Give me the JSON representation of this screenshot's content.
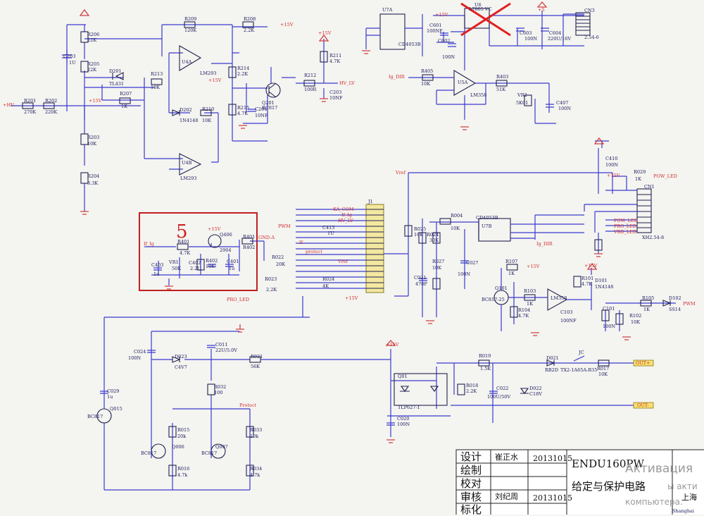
{
  "schematic": {
    "marker_5": "5",
    "labels": {
      "r206": "R206",
      "r206v": "22K",
      "r205": "R205",
      "r205v": "22K",
      "c203": "C203",
      "c203v": "1U",
      "r209": "R209",
      "r209v": "120K",
      "r208": "R208",
      "r208v": "2.2K",
      "p15a": "+15V",
      "p15b": "+15V",
      "p15c": "+15V",
      "p15d": "+15V",
      "p15e": "+15V",
      "p15f": "+15V",
      "p15g": "+15V",
      "p15h": "+15V",
      "p5": "+5",
      "r211": "R211",
      "r211v": "4.7K",
      "r213": "R213",
      "r213v": "10K",
      "r214": "R214",
      "r214v": "2.2K",
      "r212": "R212",
      "r212v": "100R",
      "hvlv": "HV_LV",
      "c203b": "C203",
      "c203bv": "10NF",
      "d201": "D201",
      "d201v": "TL431",
      "r207": "R207",
      "r207v": "1K",
      "u4a": "U4A",
      "lm293": "LM293",
      "d202": "D202",
      "d202v": "1N4148",
      "r210": "R210",
      "r210v": "10K",
      "q201": "Q201",
      "q201v": "BC817",
      "c204": "C204",
      "c204v": "10NF",
      "r215": "R215",
      "r215v": "4.7K",
      "hv": "+HV",
      "r201": "R201",
      "r201v": "270K",
      "r202": "R202",
      "r202v": "220K",
      "r203": "R203",
      "r203v": "10K",
      "r204": "R204",
      "r204v": "3.3K",
      "u4b": "U4B",
      "lm293b": "LM293",
      "u7a": "U7A",
      "cd4053": "CD4053B",
      "u6": "U6",
      "u6v": "L7805 VC",
      "c601": "C601",
      "c601v": "100NF",
      "c602": "C602",
      "c602v": "100N",
      "c603": "C603",
      "c603v": "100N",
      "c604": "C604",
      "c604v": "220U/16V",
      "cn3": "CN3",
      "cn3v": "2.54-6",
      "igdir": "Ig_DIR",
      "r405": "R405",
      "r405v": "10K",
      "r403": "R403",
      "r403v": "51K",
      "u5a": "U5A",
      "lm358": "LM358",
      "vr2": "VR2",
      "vr2v": "5K01",
      "c407": "C407",
      "c407v": "100N",
      "c410": "C410",
      "c410v": "100N",
      "r029": "R029",
      "r029v": "1K",
      "powled": "POW_LED",
      "cn1": "CN1",
      "cn1v": "XH2.54-8",
      "powled2": "POW_LED",
      "proled2": "PRO_LED",
      "vrdled": "VRD_LED",
      "vref": "Vref",
      "j1": "J1",
      "kacom": "KA_COM",
      "igsig": "If_Ig",
      "hvlv2": "HV_LV",
      "pwm": "PWM",
      "c413": "C413",
      "c413v": "1U",
      "gnda": "GND-A",
      "ifsig": "If",
      "protect": "protect",
      "vref2": "Vref",
      "r025": "R025",
      "r025v": "10K",
      "r024": "R024",
      "r024v": "30K",
      "r027": "R027",
      "r027v": "10K",
      "c021": "C021",
      "c021v": "470P",
      "r004": "R004",
      "r004v": "10K",
      "cd4053b2": "CD4053B",
      "u7b": "U7B",
      "igdir2": "Ig_DIR",
      "c027": "C027",
      "c027v": "100N",
      "r107": "R107",
      "r107v": "1K",
      "q101": "Q101",
      "q101v": "BC817-25",
      "r103": "R103",
      "r103v": "1K",
      "lm358b": "LM358",
      "r104": "R104",
      "r104v": "4.7K",
      "d101": "D101",
      "d101v": "1N4148",
      "r101": "R101",
      "r101v": "4.7K",
      "c103": "C103",
      "c103v": "100NF",
      "c101": "C101",
      "c101v": "100N",
      "r102": "R102",
      "r102v": "10K",
      "r105": "R105",
      "r105v": "1K",
      "d102": "D102",
      "d102v": "SS14",
      "pwm2": "PWM",
      "ifig": "If_Ig",
      "r401": "R401",
      "r401v": "4.7K",
      "q406": "Q406",
      "q406v": "2904",
      "r402": "R402",
      "r402v": "10K",
      "c403": "C403",
      "c403v": "1u",
      "c402": "C402",
      "c402v": "2.2U",
      "c401": "C401",
      "c401v": "1u",
      "vr1": "VR1",
      "vr1v": "50K",
      "r022": "R022",
      "r022v": "20K",
      "r023": "R023",
      "r023v": "2.2K",
      "r024b": "R024",
      "r024bv": "4K",
      "proled3": "PRO_LED",
      "c024": "C024",
      "c024v": "100N",
      "c011": "C011",
      "c011v": "22U/5.0V",
      "d023": "D023",
      "d023v": "C4V7",
      "r021": "R021",
      "r021v": "56K",
      "c029": "C029",
      "c029v": "1u",
      "q015": "Q015",
      "q015v": "BC817",
      "r032": "R032",
      "r032v": "100",
      "protect2": "Protect",
      "r015": "R015",
      "r015v": "20k",
      "r016": "R016",
      "r016v": "4.7k",
      "q006": "Q006",
      "q006v": "BC817",
      "q007": "Q007",
      "q007v": "BC817",
      "r033": "R033",
      "r033v": "10k",
      "r034": "R034",
      "r034v": "4.7k",
      "q01": "Q01",
      "tlp": "TLP627-1",
      "r019": "R019",
      "r019v": "1.5K",
      "r018": "R018",
      "r018v": "2.2K",
      "c022": "C022",
      "c022v": "100U/50V",
      "d022": "D022",
      "d022v": "C18V",
      "d021": "D021",
      "d021v": "RB2D",
      "jc": "JC",
      "jcv": "TX2-1A65A-B35",
      "r017": "R017",
      "r017v": "10K",
      "out1": "OUT+",
      "out2": "OUT-",
      "c020": "C020",
      "c020v": "100N"
    }
  },
  "title_block": {
    "row1_label": "设计",
    "row2_label": "绘制",
    "row3_label": "校对",
    "row4_label": "审核",
    "row5_label": "标化",
    "designer": "崔正水",
    "design_date": "20131015",
    "reviewer": "刘纪周",
    "review_date": "20131015",
    "model": "ENDU160PW",
    "title": "给定与保护电路",
    "company": "上海",
    "company_en": "Shanghai"
  },
  "watermark": {
    "line1": "Активация",
    "line2": "ы акти",
    "line3": "компьютера."
  }
}
